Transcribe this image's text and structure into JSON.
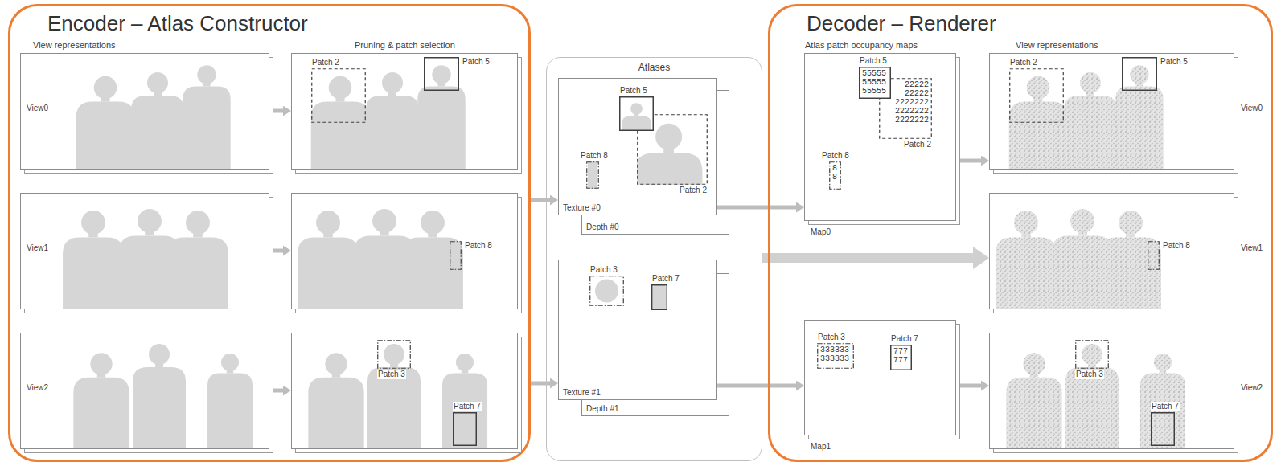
{
  "diagram": {
    "nodes": [
      {
        "text": [
          "Encoder – Atlas Constructor"
        ]
      },
      {
        "text": [
          "View0"
        ],
        "in": 0
      },
      {
        "text": [],
        "in": 0
      },
      {
        "text": [
          "Patch 2"
        ],
        "in": 2
      },
      {
        "text": [
          "Patch 5"
        ],
        "in": 2
      },
      {
        "text": [
          "View1"
        ],
        "in": 0
      },
      {
        "text": [],
        "in": 0
      },
      {
        "text": [
          "Patch 8"
        ],
        "in": 6
      },
      {
        "text": [
          "View2"
        ],
        "in": 0
      },
      {
        "text": [],
        "in": 0
      },
      {
        "text": [
          "Patch 3"
        ],
        "in": 9
      },
      {
        "text": [
          "Patch 7"
        ],
        "in": 9
      },
      {
        "text": [
          "Atlases"
        ]
      },
      {
        "text": [
          "Texture #0"
        ],
        "in": 12
      },
      {
        "text": [
          "Patch 5"
        ],
        "in": 13
      },
      {
        "text": [
          "Patch 8"
        ],
        "in": 13
      },
      {
        "text": [
          "Patch 2"
        ],
        "in": 13
      },
      {
        "text": [
          "Depth #0"
        ],
        "in": 12
      },
      {
        "text": [
          "Texture #1"
        ],
        "in": 12
      },
      {
        "text": [
          "Patch 3"
        ],
        "in": 18
      },
      {
        "text": [
          "Patch 7"
        ],
        "in": 18
      },
      {
        "text": [
          "Depth #1"
        ],
        "in": 12
      },
      {
        "text": [
          "Decoder – Renderer"
        ]
      },
      {
        "text": [
          "Map0"
        ],
        "in": 22
      },
      {
        "text": [
          "Patch 5",
          "55555 55555 55555"
        ],
        "in": 23
      },
      {
        "text": [
          "Patch 8",
          "8 8"
        ],
        "in": 23
      },
      {
        "text": [
          "Patch 2",
          "22222 22222 2222222 2222222 2222222"
        ],
        "in": 23
      },
      {
        "text": [
          "Map1"
        ],
        "in": 22
      },
      {
        "text": [
          "Patch 3",
          "333333 333333"
        ],
        "in": 27
      },
      {
        "text": [
          "Patch 7",
          "777 777"
        ],
        "in": 27
      },
      {
        "text": [
          "View0"
        ],
        "in": 22
      },
      {
        "text": [
          "Patch 2"
        ],
        "in": 30
      },
      {
        "text": [
          "Patch 5"
        ],
        "in": 30
      },
      {
        "text": [
          "View1"
        ],
        "in": 22
      },
      {
        "text": [
          "Patch 8"
        ],
        "in": 33
      },
      {
        "text": [
          "View2"
        ],
        "in": 22
      },
      {
        "text": [
          "Patch 3"
        ],
        "in": 35
      },
      {
        "text": [
          "Patch 7"
        ],
        "in": 35
      }
    ],
    "edges": [
      {
        "from": 1,
        "to": 2,
        "arrow": "to"
      },
      {
        "from": 5,
        "to": 6,
        "arrow": "to"
      },
      {
        "from": 8,
        "to": 9,
        "arrow": "to"
      },
      {
        "from": 0,
        "to": 13,
        "arrow": "to"
      },
      {
        "from": 0,
        "to": 18,
        "arrow": "to"
      },
      {
        "from": 13,
        "to": 23,
        "arrow": "to"
      },
      {
        "from": 18,
        "to": 27,
        "arrow": "to"
      },
      {
        "from": 12,
        "to": 33,
        "arrow": "to"
      },
      {
        "from": 23,
        "to": 30,
        "arrow": "to"
      },
      {
        "from": 27,
        "to": 35,
        "arrow": "to"
      }
    ],
    "labels": [
      "View representations",
      "Pruning & patch selection",
      "Atlas patch occupancy maps",
      "View representations"
    ]
  }
}
